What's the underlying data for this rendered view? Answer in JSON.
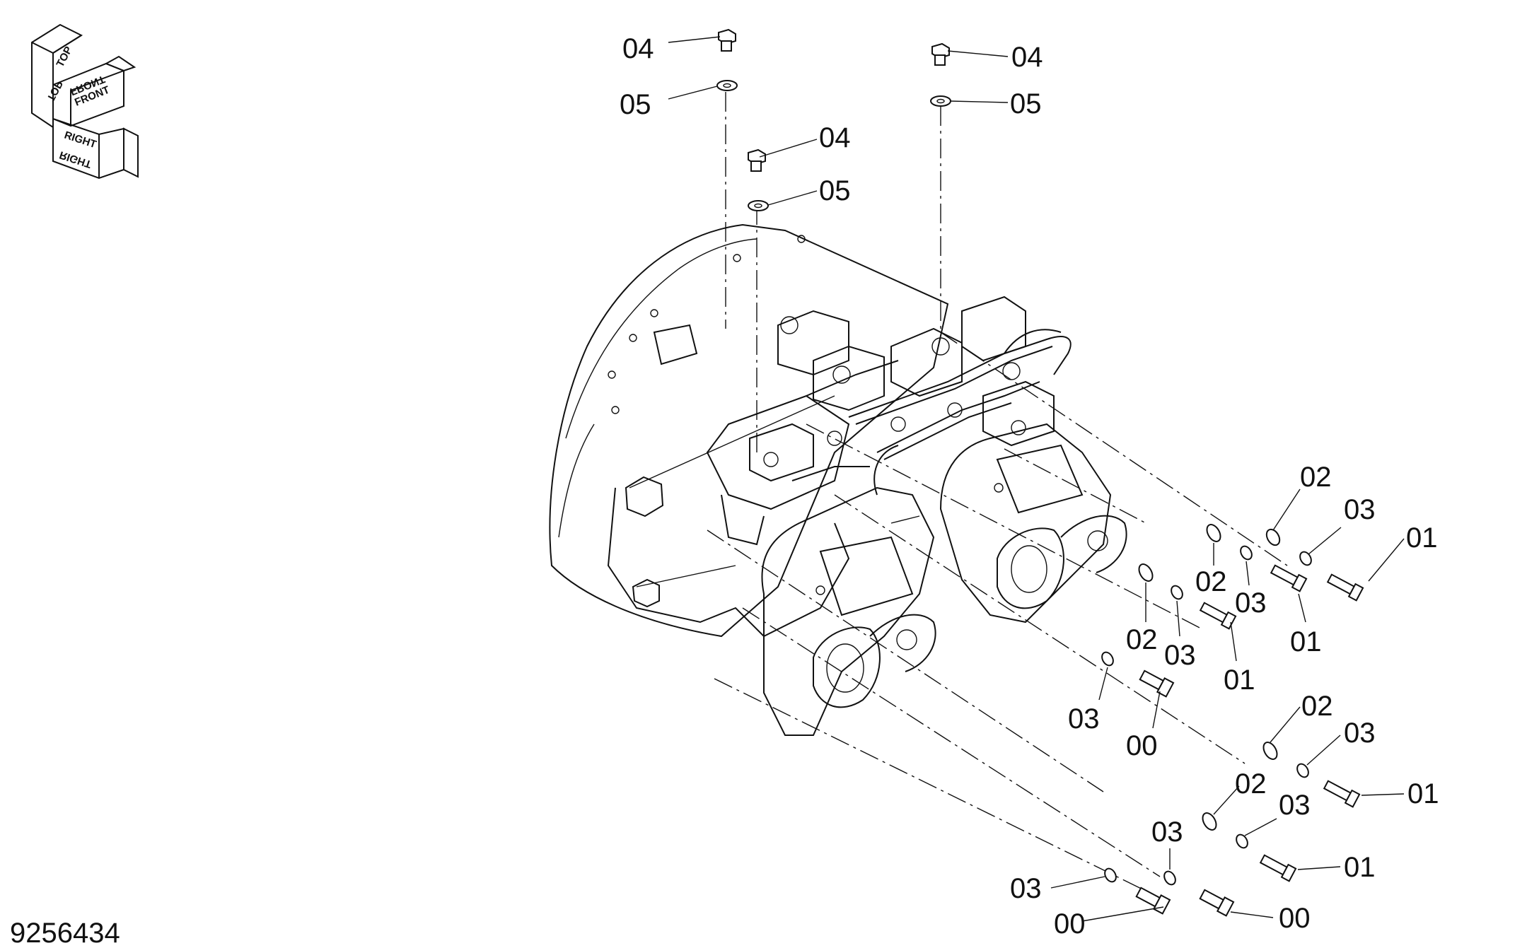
{
  "drawing_number": "9256434",
  "orientation": {
    "top": "TOP",
    "front": "FRONT",
    "right": "RIGHT",
    "top_mirror": "TOP",
    "front_mirror": "FRONT",
    "right_mirror": "RIGHT"
  },
  "callouts": [
    {
      "id": "c1",
      "text": "04"
    },
    {
      "id": "c2",
      "text": "05"
    },
    {
      "id": "c3",
      "text": "04"
    },
    {
      "id": "c4",
      "text": "05"
    },
    {
      "id": "c5",
      "text": "04"
    },
    {
      "id": "c6",
      "text": "05"
    },
    {
      "id": "c7",
      "text": "02"
    },
    {
      "id": "c8",
      "text": "03"
    },
    {
      "id": "c9",
      "text": "01"
    },
    {
      "id": "c10",
      "text": "02"
    },
    {
      "id": "c11",
      "text": "03"
    },
    {
      "id": "c12",
      "text": "01"
    },
    {
      "id": "c13",
      "text": "02"
    },
    {
      "id": "c14",
      "text": "03"
    },
    {
      "id": "c15",
      "text": "01"
    },
    {
      "id": "c16",
      "text": "03"
    },
    {
      "id": "c17",
      "text": "00"
    },
    {
      "id": "c18",
      "text": "02"
    },
    {
      "id": "c19",
      "text": "03"
    },
    {
      "id": "c20",
      "text": "01"
    },
    {
      "id": "c21",
      "text": "02"
    },
    {
      "id": "c22",
      "text": "03"
    },
    {
      "id": "c23",
      "text": "01"
    },
    {
      "id": "c24",
      "text": "03"
    },
    {
      "id": "c25",
      "text": "03"
    },
    {
      "id": "c26",
      "text": "00"
    },
    {
      "id": "c27",
      "text": "00"
    }
  ]
}
